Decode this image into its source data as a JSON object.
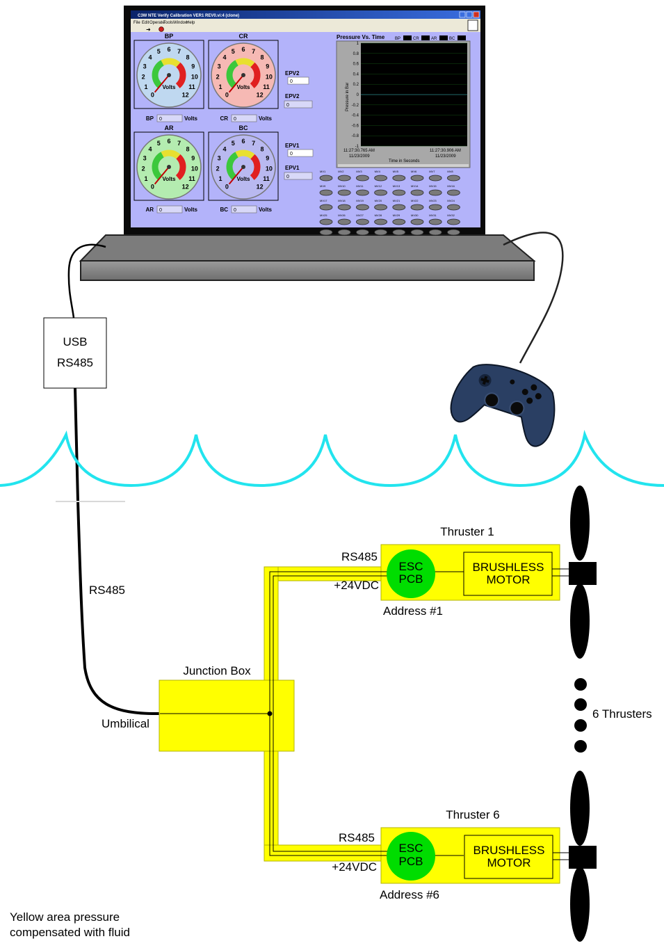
{
  "app": {
    "window_title": "C3W NTE Verify Calibration VER1 REV0.vi:4 (clone)",
    "menu": [
      "File",
      "Edit",
      "Operate",
      "Tools",
      "Window",
      "Help"
    ],
    "gauges": [
      {
        "title": "BP",
        "color": "#bfd8f0",
        "readout_label": "BP",
        "value": "0",
        "unit": "Volts"
      },
      {
        "title": "CR",
        "color": "#f6b9b4",
        "readout_label": "CR",
        "value": "0",
        "unit": "Volts"
      },
      {
        "title": "AR",
        "color": "#b4ecb0",
        "readout_label": "AR",
        "value": "0",
        "unit": "Volts"
      },
      {
        "title": "BC",
        "color": "#b9b9f0",
        "readout_label": "BC",
        "value": "0",
        "unit": "Volts"
      }
    ],
    "gauge_numbers": [
      "0",
      "1",
      "2",
      "3",
      "4",
      "5",
      "6",
      "7",
      "8",
      "9",
      "10",
      "11",
      "12"
    ],
    "gauge_center_label": "Volts",
    "epv_fields": [
      {
        "label": "EPV2",
        "value": "0"
      },
      {
        "label": "EPV2",
        "value": "0"
      },
      {
        "label": "EPV1",
        "value": "0"
      },
      {
        "label": "EPV1",
        "value": "0"
      }
    ],
    "chart": {
      "title": "Pressure Vs. Time",
      "legend": [
        "BP",
        "CR",
        "AR",
        "BC"
      ],
      "ylabel": "Pressure in Bar",
      "xlabel": "Time in Seconds",
      "yticks": [
        "1",
        "0.8",
        "0.6",
        "0.4",
        "0.2",
        "0",
        "-0.2",
        "-0.4",
        "-0.6",
        "-0.8",
        "-1"
      ],
      "x_start_time": "11:27:30.765 AM",
      "x_start_date": "11/23/2009",
      "x_end_time": "11:27:30.906 AM",
      "x_end_date": "11/23/2009"
    },
    "mv_buttons": [
      "MV1",
      "MV2",
      "MV3",
      "MV4",
      "MV5",
      "MV6",
      "MV7",
      "MV8",
      "MV9",
      "MV10",
      "MV11",
      "MV12",
      "MV13",
      "MV14",
      "MV15",
      "MV16",
      "MV17",
      "MV18",
      "MV19",
      "MV20",
      "MV21",
      "MV22",
      "MV23",
      "MV24",
      "MV25",
      "MV26",
      "MV27",
      "MV28",
      "MV29",
      "MV30",
      "MV31",
      "MV32"
    ]
  },
  "diagram": {
    "usb_line1": "USB",
    "usb_line2": "RS485",
    "cable_label": "RS485",
    "umbilical_label": "Umbilical",
    "junction_label": "Junction Box",
    "thrusters": [
      {
        "title": "Thruster 1",
        "bus": "RS485",
        "power": "+24VDC",
        "esc1": "ESC",
        "esc2": "PCB",
        "motor1": "BRUSHLESS",
        "motor2": "MOTOR",
        "address": "Address #1"
      },
      {
        "title": "Thruster 6",
        "bus": "RS485",
        "power": "+24VDC",
        "esc1": "ESC",
        "esc2": "PCB",
        "motor1": "BRUSHLESS",
        "motor2": "MOTOR",
        "address": "Address #6"
      }
    ],
    "thruster_count_label": "6 Thrusters",
    "note_line1": "Yellow area pressure",
    "note_line2": "compensated with fluid",
    "colors": {
      "yellow": "#ffff00",
      "esc_green": "#00dd00",
      "water": "#22e4ee",
      "screen_bg": "#b3b3fa",
      "laptop_base": "#8a8a8a"
    }
  }
}
